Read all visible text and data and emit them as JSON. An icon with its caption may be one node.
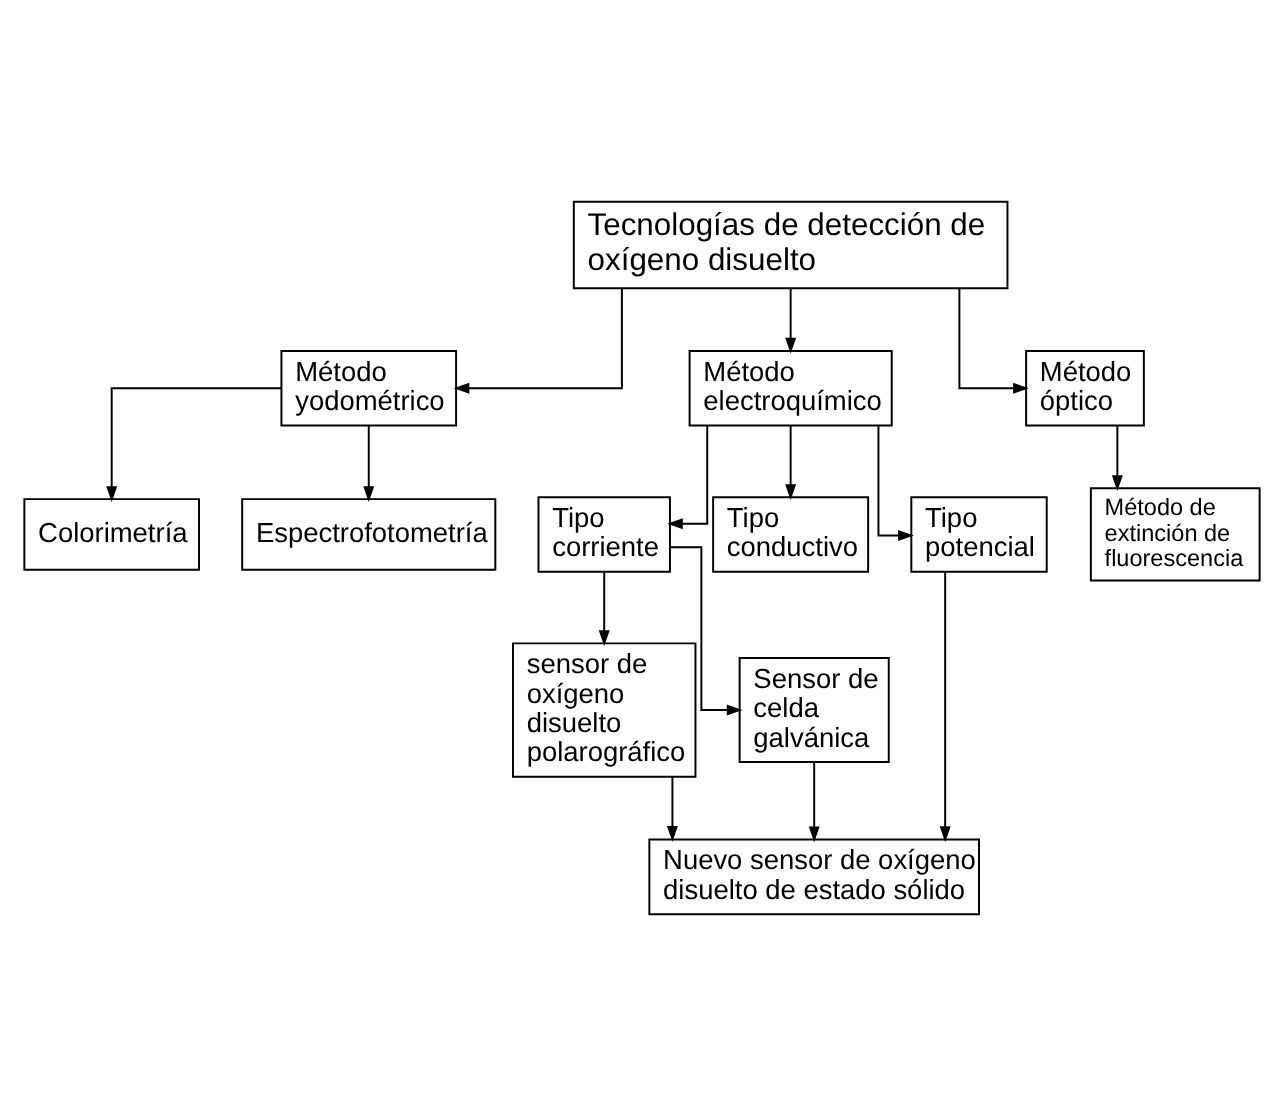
{
  "diagram": {
    "nodes": [
      {
        "text": [
          "Tecnologías de detección de oxígeno disuelto"
        ]
      },
      {
        "text": [
          "Método yodométrico"
        ]
      },
      {
        "text": [
          "Método electroquímico"
        ]
      },
      {
        "text": [
          "Método óptico"
        ]
      },
      {
        "text": [
          "Colorimetría"
        ]
      },
      {
        "text": [
          "Tipo corriente"
        ]
      },
      {
        "text": [
          "Tipo conductivo"
        ]
      },
      {
        "text": [
          "Método de extinción de fluorescencia"
        ]
      },
      {
        "text": [
          "Espectrofotometría"
        ]
      },
      {
        "text": [
          "Tipo potencial"
        ]
      },
      {
        "text": [
          "sensor de oxígeno disuelto polarográfico"
        ]
      },
      {
        "text": [
          "Sensor de celda galvánica"
        ]
      },
      {
        "text": [
          "Nuevo sensor de oxígeno disuelto de estado sólido"
        ]
      }
    ],
    "edges": [
      {
        "from": 0,
        "to": 1,
        "arrow": "to"
      },
      {
        "from": 0,
        "to": 2,
        "arrow": "to"
      },
      {
        "from": 0,
        "to": 3,
        "arrow": "to"
      },
      {
        "from": 1,
        "to": 4,
        "arrow": "to"
      },
      {
        "from": 1,
        "to": 8,
        "arrow": "to"
      },
      {
        "from": 2,
        "to": 5,
        "arrow": "to"
      },
      {
        "from": 2,
        "to": 6,
        "arrow": "to"
      },
      {
        "from": 2,
        "to": 9,
        "arrow": "to"
      },
      {
        "from": 3,
        "to": 7,
        "arrow": "to"
      },
      {
        "from": 5,
        "to": 10,
        "arrow": "to"
      },
      {
        "from": 5,
        "to": 11,
        "arrow": "to"
      },
      {
        "from": 10,
        "to": 12,
        "arrow": "to"
      },
      {
        "from": 11,
        "to": 12,
        "arrow": "to"
      },
      {
        "from": 9,
        "to": 12,
        "arrow": "to"
      }
    ]
  }
}
